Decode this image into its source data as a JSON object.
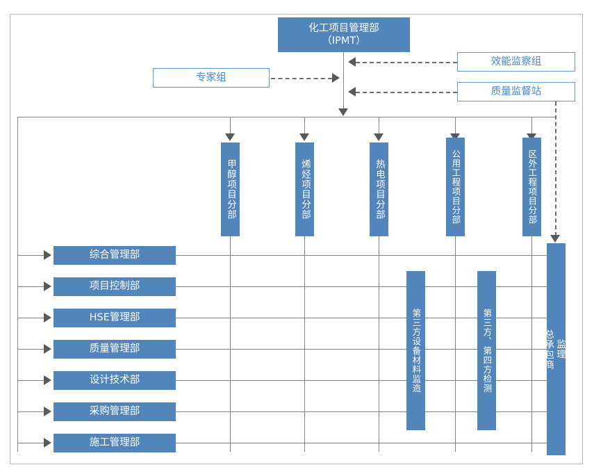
{
  "diagram": {
    "title_box": {
      "label": "化工项目管理部\n（IPMT）",
      "line1": "化工项目管理部",
      "line2": "（IPMT）"
    },
    "advisory": {
      "expert_group": "专家组"
    },
    "oversight": [
      {
        "label": "效能监察组"
      },
      {
        "label": "质量监督站"
      }
    ],
    "project_divisions": [
      {
        "label": "甲醇项目分部"
      },
      {
        "label": "烯烃项目分部"
      },
      {
        "label": "热电项目分部"
      },
      {
        "label": "公用工程项目分部"
      },
      {
        "label": "区外工程项目分部"
      }
    ],
    "departments": [
      {
        "label": "综合管理部"
      },
      {
        "label": "项目控制部"
      },
      {
        "label": "HSE管理部"
      },
      {
        "label": "质量管理部"
      },
      {
        "label": "设计技术部"
      },
      {
        "label": "采购管理部"
      },
      {
        "label": "施工管理部"
      }
    ],
    "third_parties": [
      {
        "label": "第三方设备材料监造"
      },
      {
        "label": "第三方、第四方检测"
      }
    ],
    "contractor_column": {
      "supervisor": "监理",
      "general_contractor": "总承包商"
    },
    "colors": {
      "box_fill": "#5285ba",
      "box_text": "#ffffff",
      "outline_border": "#5b9bd5",
      "outline_text": "#4a86c8",
      "connector": "#808080",
      "dashed_connector": "#6e6e6e",
      "frame": "#b9b9b9",
      "background": "#ffffff"
    }
  }
}
